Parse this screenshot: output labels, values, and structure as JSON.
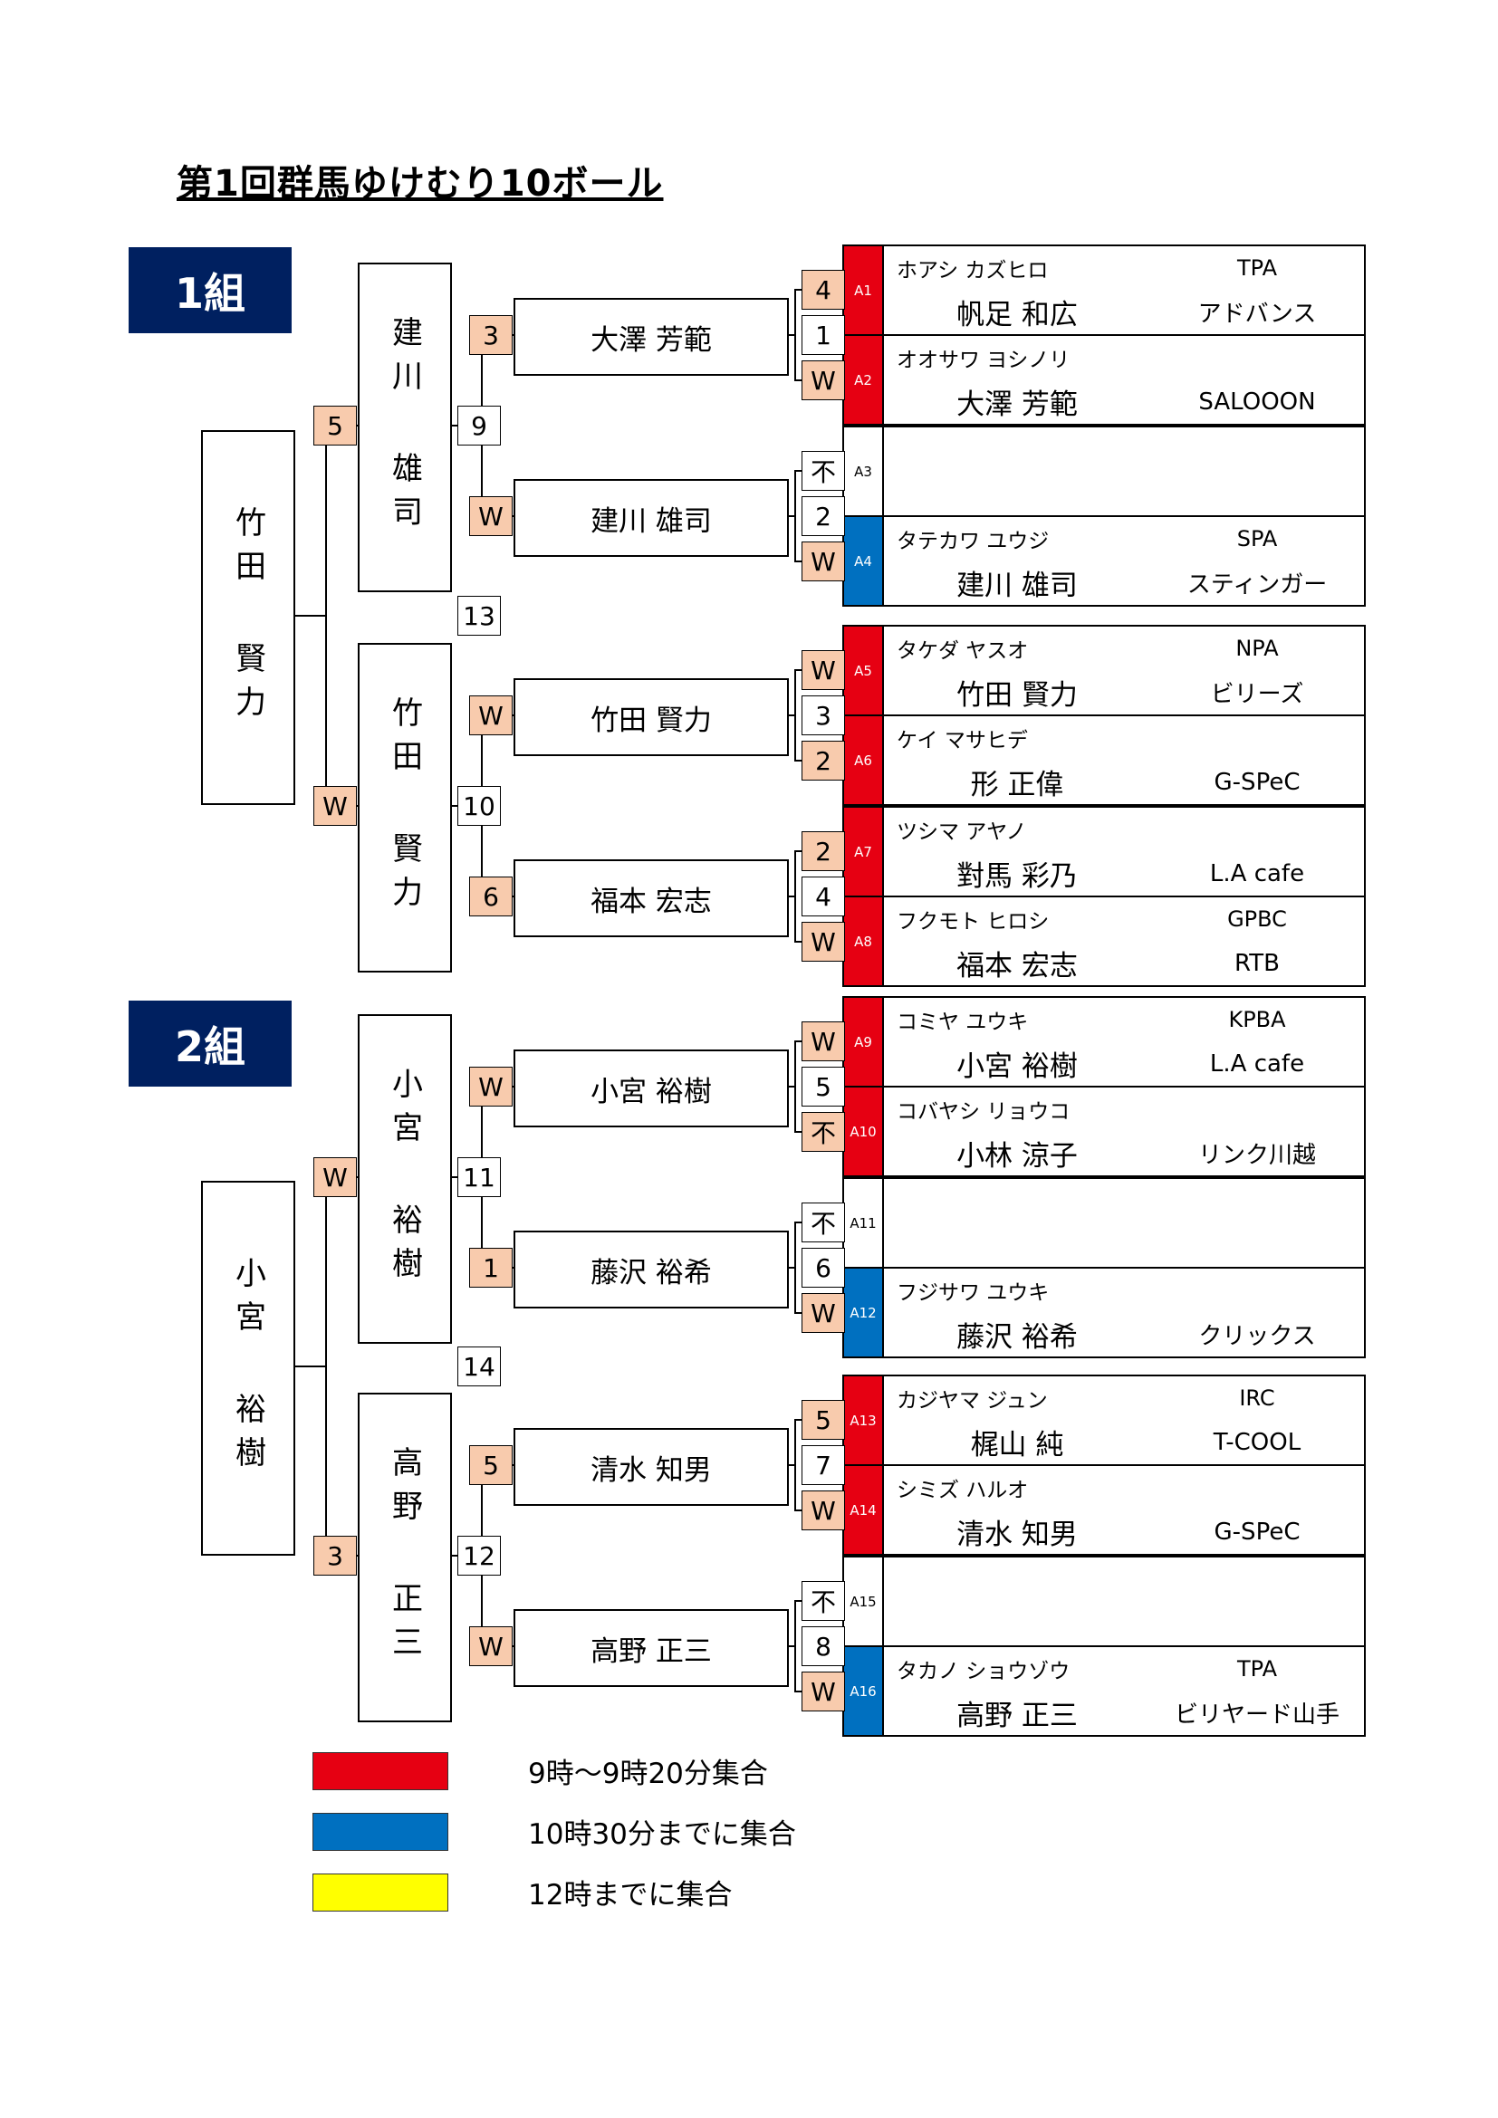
{
  "title": "第1回群馬ゆけむり10ボール",
  "badges": [
    "1組",
    "2組"
  ],
  "entries": [
    {
      "id": "A1",
      "color": "red",
      "kana": "ホアシ カズヒロ",
      "org": "TPA",
      "name": "帆足 和広",
      "team": "アドバンス",
      "score": "4"
    },
    {
      "id": "A2",
      "color": "red",
      "kana": "オオサワ ヨシノリ",
      "org": "",
      "name": "大澤 芳範",
      "team": "SALOOON",
      "score": "W"
    },
    {
      "id": "A3",
      "color": "none",
      "kana": "",
      "org": "",
      "name": "",
      "team": "",
      "score": "不"
    },
    {
      "id": "A4",
      "color": "blue",
      "kana": "タテカワ ユウジ",
      "org": "SPA",
      "name": "建川 雄司",
      "team": "スティンガー",
      "score": "W"
    },
    {
      "id": "A5",
      "color": "red",
      "kana": "タケダ ヤスオ",
      "org": "NPA",
      "name": "竹田 賢力",
      "team": "ビリーズ",
      "score": "W"
    },
    {
      "id": "A6",
      "color": "red",
      "kana": "ケイ マサヒデ",
      "org": "",
      "name": "形 正偉",
      "team": "G-SPeC",
      "score": "2"
    },
    {
      "id": "A7",
      "color": "red",
      "kana": "ツシマ アヤノ",
      "org": "",
      "name": "對馬 彩乃",
      "team": "L.A cafe",
      "score": "2"
    },
    {
      "id": "A8",
      "color": "red",
      "kana": "フクモト ヒロシ",
      "org": "GPBC",
      "name": "福本 宏志",
      "team": "RTB",
      "score": "W"
    },
    {
      "id": "A9",
      "color": "red",
      "kana": "コミヤ ユウキ",
      "org": "KPBA",
      "name": "小宮 裕樹",
      "team": "L.A cafe",
      "score": "W"
    },
    {
      "id": "A10",
      "color": "red",
      "kana": "コバヤシ リョウコ",
      "org": "",
      "name": "小林 涼子",
      "team": "リンク川越",
      "score": "不"
    },
    {
      "id": "A11",
      "color": "none",
      "kana": "",
      "org": "",
      "name": "",
      "team": "",
      "score": "不"
    },
    {
      "id": "A12",
      "color": "blue",
      "kana": "フジサワ ユウキ",
      "org": "",
      "name": "藤沢 裕希",
      "team": "クリックス",
      "score": "W"
    },
    {
      "id": "A13",
      "color": "red",
      "kana": "カジヤマ ジュン",
      "org": "IRC",
      "name": "梶山 純",
      "team": "T-COOL",
      "score": "5"
    },
    {
      "id": "A14",
      "color": "red",
      "kana": "シミズ ハルオ",
      "org": "",
      "name": "清水 知男",
      "team": "G-SPeC",
      "score": "W"
    },
    {
      "id": "A15",
      "color": "none",
      "kana": "",
      "org": "",
      "name": "",
      "team": "",
      "score": "不"
    },
    {
      "id": "A16",
      "color": "blue",
      "kana": "タカノ ショウゾウ",
      "org": "TPA",
      "name": "高野 正三",
      "team": "ビリヤード山手",
      "score": "W"
    }
  ],
  "match_numbers": {
    "r1": [
      "1",
      "2",
      "3",
      "4",
      "5",
      "6",
      "7",
      "8"
    ],
    "r2": [
      "9",
      "10",
      "11",
      "12"
    ],
    "r3": [
      "13",
      "14"
    ]
  },
  "round2": [
    {
      "name": "大澤 芳範",
      "score": "3"
    },
    {
      "name": "建川 雄司",
      "score": "W"
    },
    {
      "name": "竹田 賢力",
      "score": "W"
    },
    {
      "name": "福本 宏志",
      "score": "6"
    },
    {
      "name": "小宮 裕樹",
      "score": "W"
    },
    {
      "name": "藤沢 裕希",
      "score": "1"
    },
    {
      "name": "清水 知男",
      "score": "5"
    },
    {
      "name": "高野 正三",
      "score": "W"
    }
  ],
  "round3": [
    {
      "name": "建川 雄司",
      "score": "5"
    },
    {
      "name": "竹田 賢力",
      "score": "W"
    },
    {
      "name": "小宮 裕樹",
      "score": "W"
    },
    {
      "name": "高野 正三",
      "score": "3"
    }
  ],
  "finals": [
    {
      "name": "竹田 賢力"
    },
    {
      "name": "小宮 裕樹"
    }
  ],
  "legend": [
    {
      "label": "9時〜9時20分集合",
      "color": "#e60012"
    },
    {
      "label": "10時30分までに集合",
      "color": "#0070c0"
    },
    {
      "label": "12時までに集合",
      "color": "#ffff00"
    }
  ],
  "colors": {
    "red": "#e60012",
    "blue": "#0070c0",
    "yellow": "#ffff00",
    "tan": "#f8cbad",
    "navy": "#002060"
  }
}
